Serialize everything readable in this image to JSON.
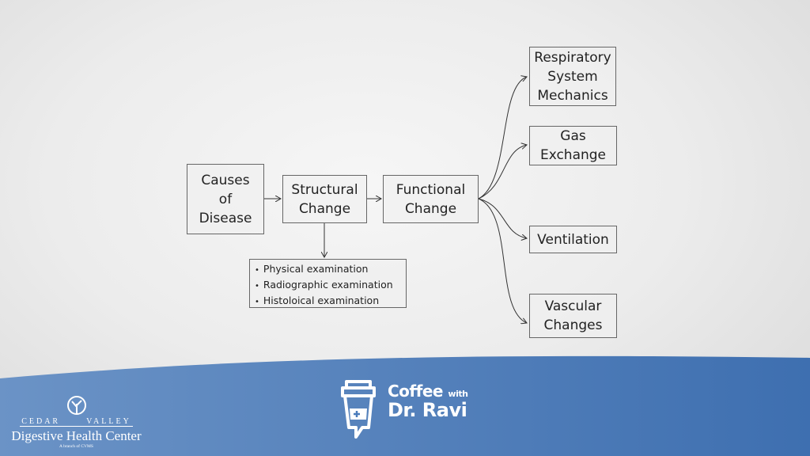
{
  "diagram": {
    "causes": [
      "Causes",
      "of",
      "Disease"
    ],
    "structural": [
      "Structural",
      "Change"
    ],
    "functional": [
      "Functional",
      "Change"
    ],
    "outcomes": {
      "respiratory": [
        "Respiratory",
        "System",
        "Mechanics"
      ],
      "gas": [
        "Gas",
        "Exchange"
      ],
      "ventilation": [
        "Ventilation"
      ],
      "vascular": [
        "Vascular",
        "Changes"
      ]
    },
    "exams": [
      "Physical examination",
      "Radiographic examination",
      "Histoloical examination"
    ]
  },
  "footer": {
    "cedar": "CEDAR",
    "valley": "VALLEY",
    "center": "Digestive Health Center",
    "branch": "A branch of CVMS",
    "coffee": "Coffee",
    "with": "with",
    "doctor": "Dr. Ravi"
  },
  "colors": {
    "band": "#4a7bbb"
  }
}
